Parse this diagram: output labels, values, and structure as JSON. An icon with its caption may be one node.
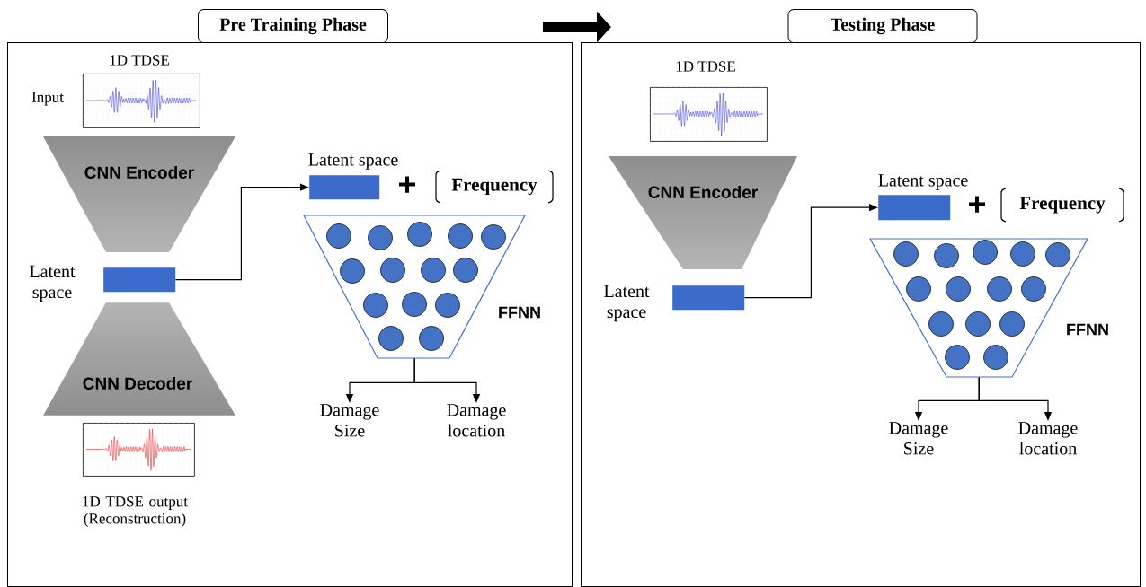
{
  "diagram": {
    "nodes": [
      {
        "text": [
          "Pre Training Phase"
        ]
      },
      {
        "text": [],
        "shape": "picture",
        "beside": [
          "1D TDSE",
          "Input"
        ],
        "in": 0
      },
      {
        "text": [
          "CNN Encoder"
        ],
        "in": 0
      },
      {
        "text": [],
        "shape": "bar",
        "beside": [
          "Latent space"
        ],
        "in": 0
      },
      {
        "text": [
          "CNN Decoder"
        ],
        "in": 0
      },
      {
        "text": [],
        "shape": "picture",
        "beside": [
          "1D TDSE output (Reconstruction)"
        ],
        "in": 0
      },
      {
        "text": [],
        "shape": "bar",
        "beside": [
          "Latent space"
        ],
        "in": 0
      },
      {
        "text": [
          "Frequency"
        ],
        "in": 0
      },
      {
        "text": [],
        "shape": "trapezoid",
        "beside": [
          "FFNN"
        ],
        "in": 0
      },
      {
        "text": [
          "Damage Size"
        ],
        "in": 0
      },
      {
        "text": [
          "Damage location"
        ],
        "in": 0
      },
      {
        "text": [
          "Testing Phase"
        ]
      },
      {
        "text": [],
        "shape": "picture",
        "beside": [
          "1D TDSE"
        ],
        "in": 11
      },
      {
        "text": [
          "CNN Encoder"
        ],
        "in": 11
      },
      {
        "text": [],
        "shape": "bar",
        "beside": [
          "Latent space"
        ],
        "in": 11
      },
      {
        "text": [],
        "shape": "bar",
        "beside": [
          "Latent space"
        ],
        "in": 11
      },
      {
        "text": [
          "Frequency"
        ],
        "in": 11
      },
      {
        "text": [],
        "shape": "trapezoid",
        "beside": [
          "FFNN"
        ],
        "in": 11
      },
      {
        "text": [
          "Damage Size"
        ],
        "in": 11
      },
      {
        "text": [
          "Damage location"
        ],
        "in": 11
      }
    ],
    "edges": [
      {
        "from": 0,
        "to": 11,
        "arrow": "to",
        "style": "thick"
      },
      {
        "from": 3,
        "to": 6,
        "arrow": "to"
      },
      {
        "from": 8,
        "to": 9,
        "arrow": "to"
      },
      {
        "from": 8,
        "to": 10,
        "arrow": "to"
      },
      {
        "from": 14,
        "to": 15,
        "arrow": "to"
      },
      {
        "from": 17,
        "to": 18,
        "arrow": "to"
      },
      {
        "from": 17,
        "to": 19,
        "arrow": "to"
      }
    ],
    "labels": [
      "+",
      "+"
    ]
  }
}
